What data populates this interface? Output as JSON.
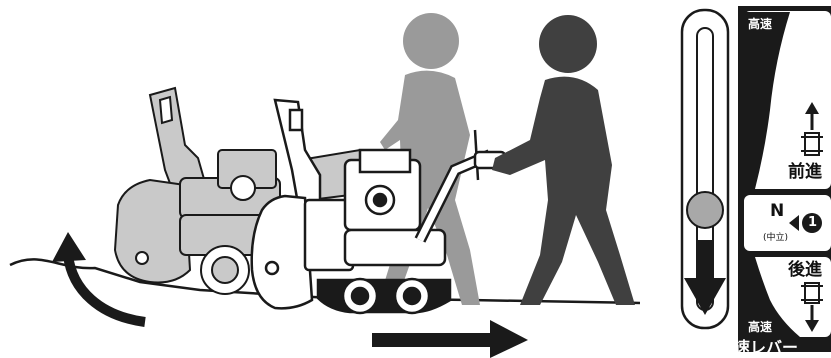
{
  "colors": {
    "ink": "#1a1a1a",
    "person_back": "#9a9a9a",
    "person_front": "#404040",
    "machine_back": "#c9c9c9",
    "lever_knob": "#a8a8a8",
    "panel_black": "#1a1a1a"
  },
  "gear_panel": {
    "top_speed_label": "高速",
    "forward_label": "前進",
    "neutral_label": "N",
    "neutral_sub": "(中立)",
    "step_badge": "1",
    "reverse_label": "後進",
    "bottom_speed_label": "高速",
    "caption": "変速レバー"
  },
  "icons": {
    "forward": "up-arrow-icon",
    "reverse": "down-arrow-icon",
    "machine_top": "machine-top-view-icon",
    "lever_direction": "big-down-arrow-icon",
    "backward_motion": "curved-arrow-icon",
    "forward_motion": "right-arrow-icon"
  }
}
